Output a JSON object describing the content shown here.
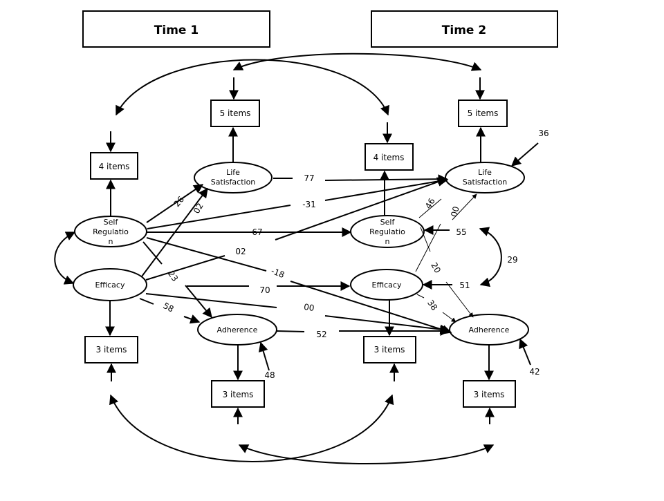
{
  "headers": {
    "time1": "Time 1",
    "time2": "Time 2"
  },
  "boxes": {
    "t1_items4": "4 items",
    "t1_items5": "5 items",
    "t1_items3_efficacy": "3 items",
    "t1_items3_adherence": "3 items",
    "t2_items4": "4 items",
    "t2_items5": "5 items",
    "t2_items3_efficacy": "3 items",
    "t2_items3_adherence": "3 items"
  },
  "latents": {
    "t1_self_regulation": [
      "Self",
      "Regulatio",
      "n"
    ],
    "t1_efficacy": [
      "Efficacy"
    ],
    "t1_life_satisfaction": [
      "Life",
      "Satisfaction"
    ],
    "t1_adherence": [
      "Adherence"
    ],
    "t2_self_regulation": [
      "Self",
      "Regulatio",
      "n"
    ],
    "t2_efficacy": [
      "Efficacy"
    ],
    "t2_life_satisfaction": [
      "Life",
      "Satisfaction"
    ],
    "t2_adherence": [
      "Adherence"
    ]
  },
  "coefficients": {
    "sr1_ls1": "26",
    "eff1_ls1": "02",
    "ls1_ls2": "77",
    "sr1_ls2": "-31",
    "sr1_sr2": "67",
    "eff1_ls2": "02",
    "sr1_adh2": "-18",
    "eff1_sr1_adh1": "23",
    "eff1_eff2": "70",
    "eff1_adh1": "58",
    "eff1_adh2": "00",
    "adh1_adh2": "52",
    "adh1_resid": "48",
    "sr2_ls2": "46",
    "eff2_ls2": "00",
    "sr2_resid": "55",
    "sr2_eff2_cov": "29",
    "sr2_adh2": "20",
    "eff2_resid": "51",
    "eff2_adh2": "38",
    "ls2_resid": "36",
    "adh2_resid": "42"
  }
}
